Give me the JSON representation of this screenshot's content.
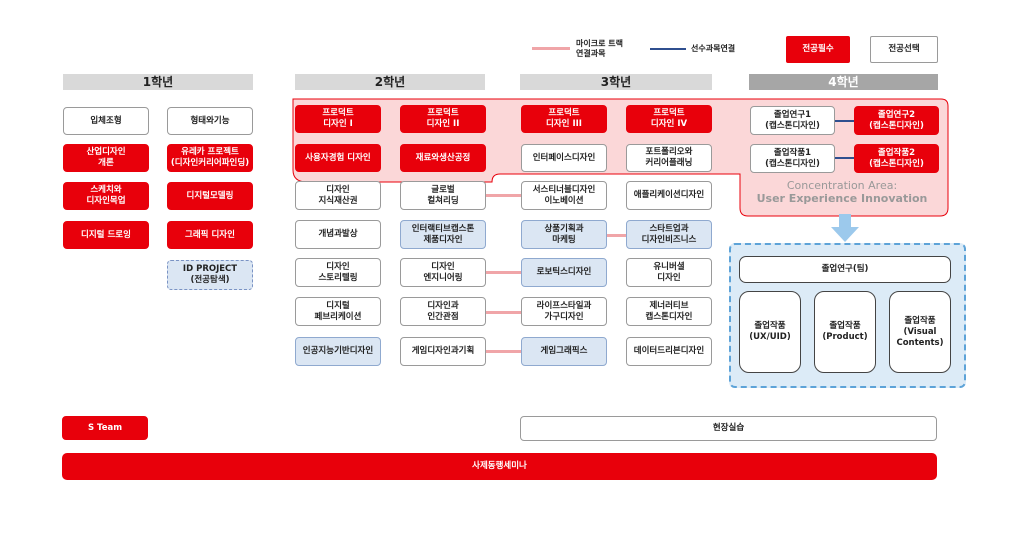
{
  "legend": {
    "micro_track": "마이크로 트랙\n연결과목",
    "prereq": "선수과목연결",
    "required": "전공필수",
    "elective": "전공선택"
  },
  "years": {
    "y1": "1학년",
    "y2": "2학년",
    "y3": "3학년",
    "y4": "4학년"
  },
  "year1": {
    "c1": "입체조형",
    "c2": "형태와기능",
    "c3": "산업디자인\n개론",
    "c4": "유레카 프로젝트\n(디자인커리어파인딩)",
    "c5": "스케치와\n디자인목업",
    "c6": "디지털모델링",
    "c7": "디지털 드로잉",
    "c8": "그래픽 디자인",
    "c9": "ID PROJECT\n(전공탐색)"
  },
  "year2": {
    "c1": "프로덕트\n디자인 I",
    "c2": "프로덕트\n디자인 II",
    "c3": "사용자경험 디자인",
    "c4": "재료와생산공정",
    "c5": "디자인\n지식재산권",
    "c6": "글로벌\n컬쳐리딩",
    "c7": "개념과발상",
    "c8": "인터랙티브캡스톤\n제품디자인",
    "c9": "디자인\n스토리텔링",
    "c10": "디자인\n엔지니어링",
    "c11": "디지털\n페브리케이션",
    "c12": "디자인과\n인간관점",
    "c13": "인공지능기반디자인",
    "c14": "게임디자인과기획"
  },
  "year3": {
    "c1": "프로덕트\n디자인 III",
    "c2": "프로덕트\n디자인 IV",
    "c3": "인터페이스디자인",
    "c4": "포트폴리오와\n커리어플래닝",
    "c5": "서스티너블디자인\n이노베이션",
    "c6": "애플리케이션디자인",
    "c7": "상품기획과\n마케팅",
    "c8": "스타트업과\n디자인비즈니스",
    "c9": "로보틱스디자인",
    "c10": "유니버셜\n디자인",
    "c11": "라이프스타일과\n가구디자인",
    "c12": "제너러티브\n캡스톤디자인",
    "c13": "게임그래픽스",
    "c14": "데이터드리븐디자인"
  },
  "year4": {
    "c1": "졸업연구1\n(캡스톤디자인)",
    "c2": "졸업연구2\n(캡스톤디자인)",
    "c3": "졸업작품1\n(캡스톤디자인)",
    "c4": "졸업작품2\n(캡스톤디자인)",
    "concentration_label": "Concentration Area:",
    "concentration_title": "User Experience Innovation",
    "team": "졸업연구(팀)",
    "w1": "졸업작품\n(UX/UID)",
    "w2": "졸업작품\n(Product)",
    "w3": "졸업작품\n(Visual\nContents)"
  },
  "bottom": {
    "steam": "S Team",
    "field": "현장실습",
    "seminar": "사제동행세미나"
  },
  "colors": {
    "red": "#e8000b",
    "pink_region": "#fbd7d8",
    "blue_region": "#dcebf7",
    "micro_line": "#f0a5a8",
    "prereq_line": "#2f4f8f"
  }
}
